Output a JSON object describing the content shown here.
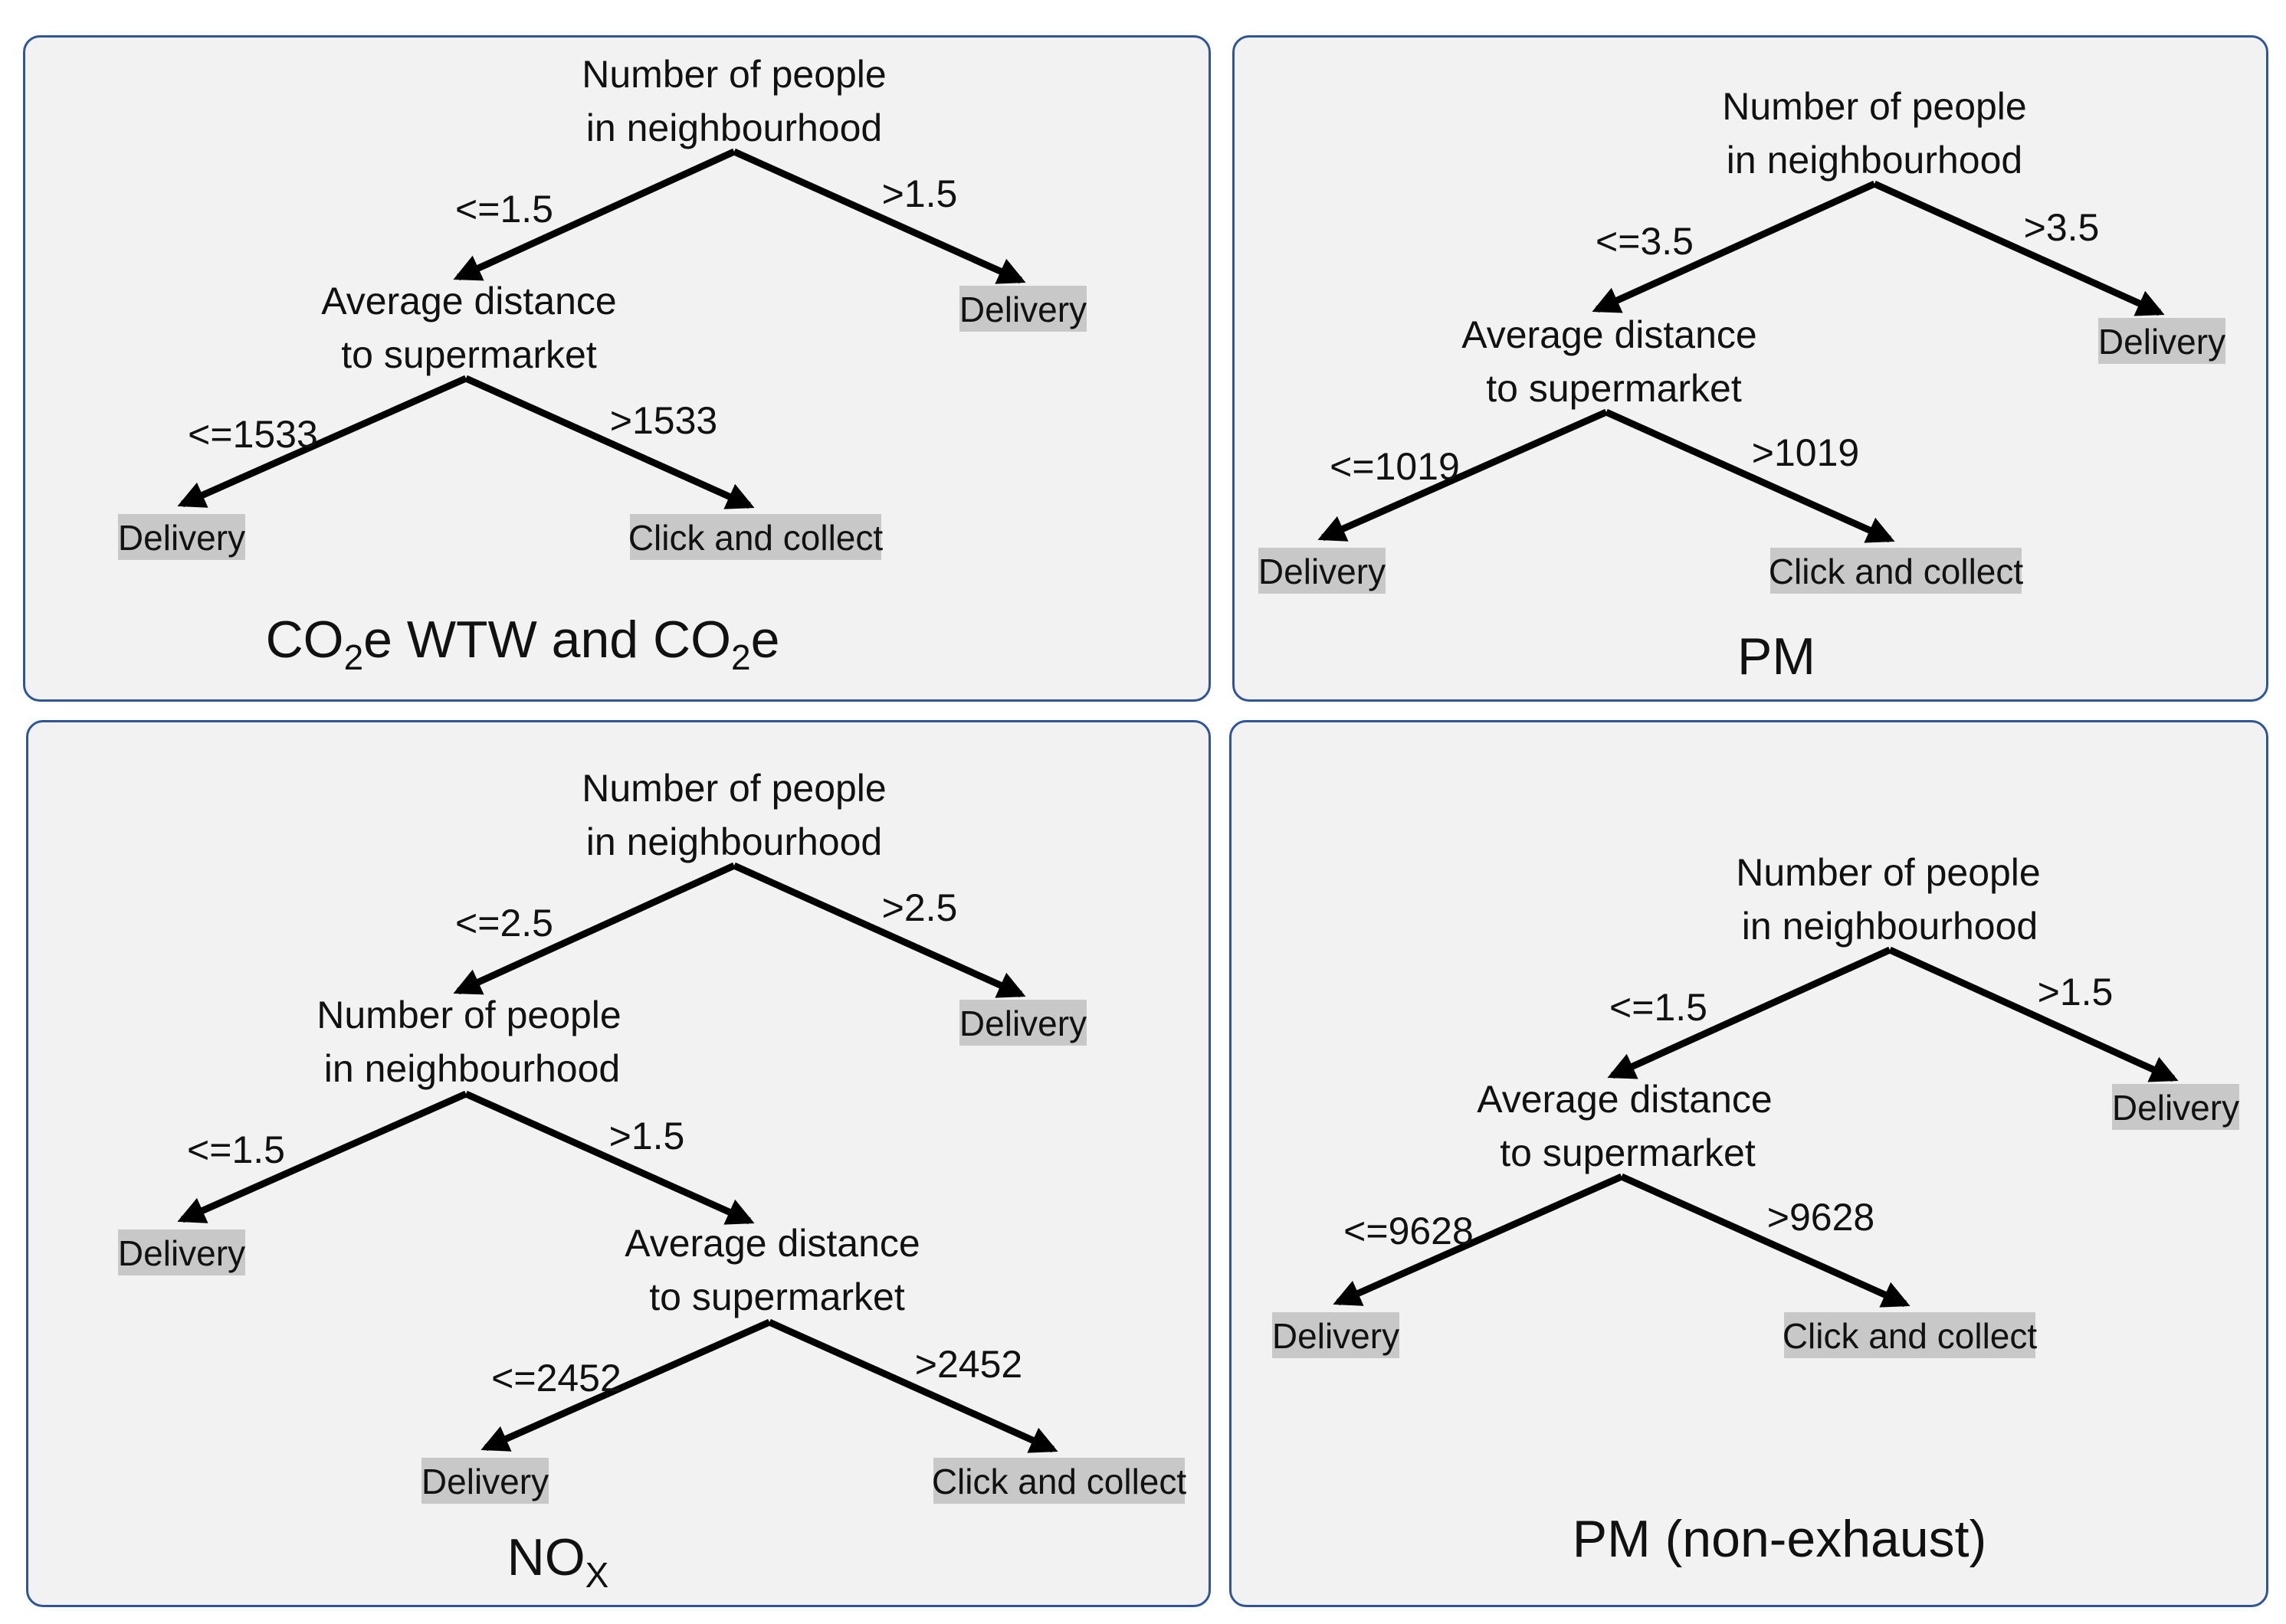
{
  "panels": [
    {
      "id": "tl",
      "root": {
        "label": [
          "Number of people",
          "in neighbourhood"
        ],
        "left_edge": "<=1.5",
        "right_edge": ">1.5",
        "right_leaf": "Delivery",
        "left_child": {
          "label": [
            "Average distance",
            "to supermarket"
          ],
          "left_edge": "<=1533",
          "right_edge": ">1533",
          "left_leaf": "Delivery",
          "right_leaf": "Click and collect"
        }
      },
      "caption": {
        "parts": [
          "CO",
          "2",
          "e WTW and CO",
          "2",
          "e"
        ]
      }
    },
    {
      "id": "tr",
      "root": {
        "label": [
          "Number of people",
          "in neighbourhood"
        ],
        "left_edge": "<=3.5",
        "right_edge": ">3.5",
        "right_leaf": "Delivery",
        "left_child": {
          "label": [
            "Average distance",
            "to supermarket"
          ],
          "left_edge": "<=1019",
          "right_edge": ">1019",
          "left_leaf": "Delivery",
          "right_leaf": "Click and collect"
        }
      },
      "caption": {
        "text": "PM"
      }
    },
    {
      "id": "bl",
      "root": {
        "label": [
          "Number of people",
          "in neighbourhood"
        ],
        "left_edge": "<=2.5",
        "right_edge": ">2.5",
        "right_leaf": "Delivery",
        "left_child": {
          "label": [
            "Number of people",
            "in neighbourhood"
          ],
          "left_edge": "<=1.5",
          "right_edge": ">1.5",
          "left_leaf": "Delivery",
          "right_child": {
            "label": [
              "Average distance",
              "to supermarket"
            ],
            "left_edge": "<=2452",
            "right_edge": ">2452",
            "left_leaf": "Delivery",
            "right_leaf": "Click and collect"
          }
        }
      },
      "caption": {
        "parts": [
          "NO",
          "X"
        ]
      }
    },
    {
      "id": "br",
      "root": {
        "label": [
          "Number of people",
          "in neighbourhood"
        ],
        "left_edge": "<=1.5",
        "right_edge": ">1.5",
        "right_leaf": "Delivery",
        "left_child": {
          "label": [
            "Average distance",
            "to supermarket"
          ],
          "left_edge": "<=9628",
          "right_edge": ">9628",
          "left_leaf": "Delivery",
          "right_leaf": "Click and collect"
        }
      },
      "caption": {
        "text": "PM (non-exhaust)"
      }
    }
  ]
}
